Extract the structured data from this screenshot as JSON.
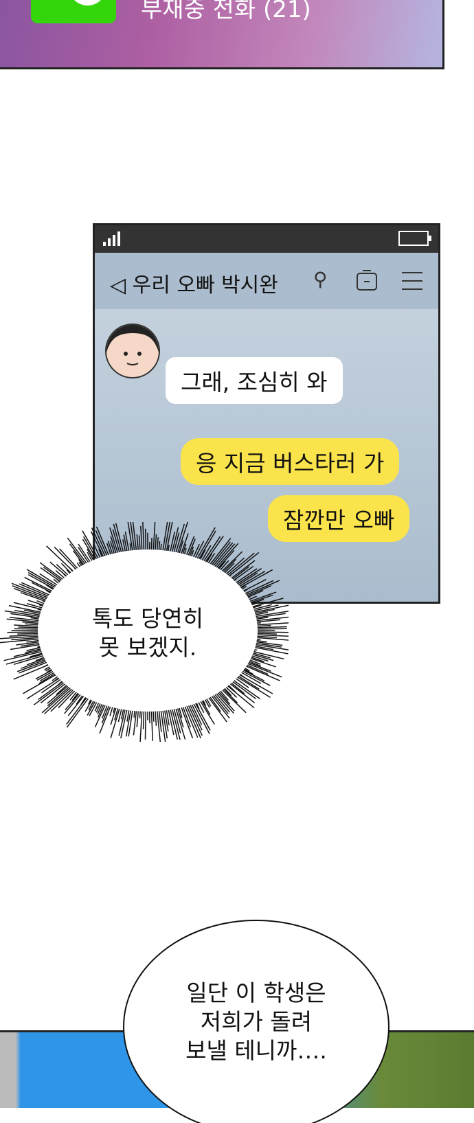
{
  "notification": {
    "text": "부재중 전화 (21)",
    "app_color": "#34d60b"
  },
  "chat": {
    "title": "◁ 우리 오빠 박시완",
    "icons": [
      "search-icon",
      "calendar-icon",
      "menu-icon"
    ],
    "messages": [
      {
        "from": "oppa",
        "text": "그래, 조심히 와"
      },
      {
        "from": "me",
        "text": "응 지금 버스타러 가"
      },
      {
        "from": "me",
        "text": "잠깐만 오빠"
      }
    ]
  },
  "thought_bubble": {
    "line1": "톡도 당연히",
    "line2": "못 보겠지."
  },
  "speech_bubble": {
    "line1": "일단 이 학생은",
    "line2": "저희가 돌려",
    "line3": "보낼 테니까…."
  }
}
